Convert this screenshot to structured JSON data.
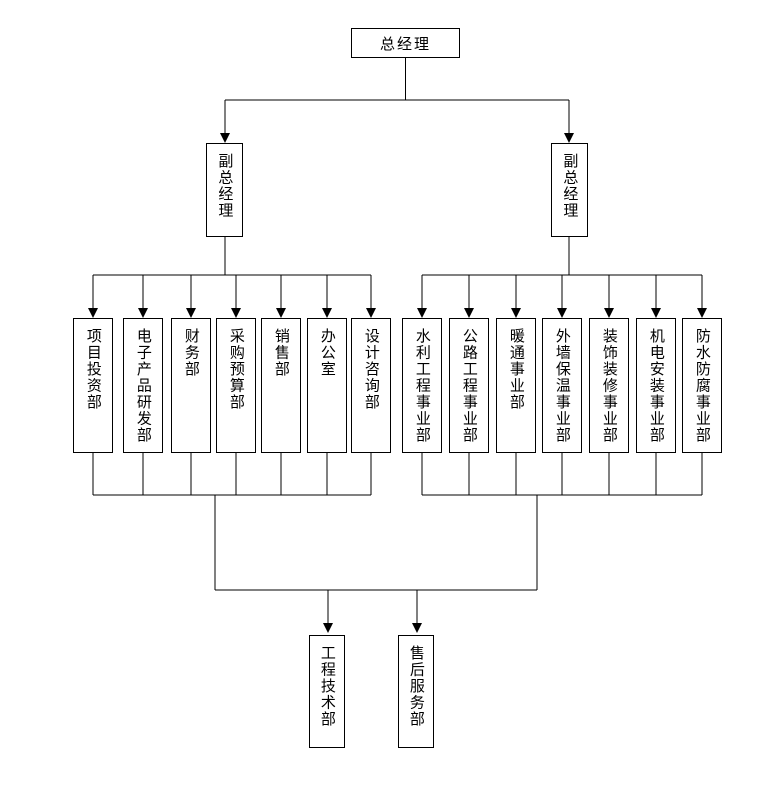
{
  "diagram": {
    "type": "org-chart",
    "background_color": "#ffffff",
    "line_color": "#000000",
    "root": {
      "label": "总经理"
    },
    "deputies": [
      {
        "label": "副总经理"
      },
      {
        "label": "副总经理"
      }
    ],
    "left_departments": [
      "项目投资部",
      "电子产品研发部",
      "财务部",
      "采购预算部",
      "销售部",
      "办公室",
      "设计咨询部"
    ],
    "right_departments": [
      "水利工程事业部",
      "公路工程事业部",
      "暖通事业部",
      "外墙保温事业部",
      "装饰装修事业部",
      "机电安装事业部",
      "防水防腐事业部"
    ],
    "bottom_departments": [
      "工程技术部",
      "售后服务部"
    ]
  }
}
